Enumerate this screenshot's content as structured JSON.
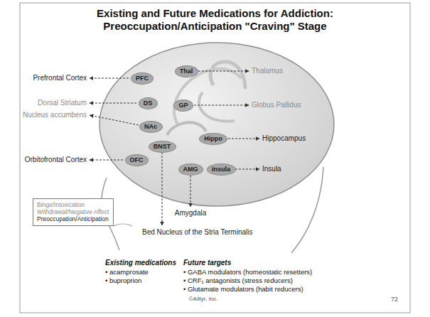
{
  "diagram": {
    "title": "Existing and Future Medications for Addiction: Preoccupation/Anticipation \"Craving\" Stage",
    "nodes": [
      {
        "text": [
          "PFC"
        ]
      },
      {
        "text": [
          "Thal"
        ]
      },
      {
        "text": [
          "DS"
        ]
      },
      {
        "text": [
          "GP"
        ]
      },
      {
        "text": [
          "NAc"
        ]
      },
      {
        "text": [
          "Hippo"
        ]
      },
      {
        "text": [
          "BNST"
        ]
      },
      {
        "text": [
          "OFC"
        ]
      },
      {
        "text": [
          "AMG"
        ]
      },
      {
        "text": [
          "Insula"
        ]
      },
      {
        "text": [
          "Binge/Intoxication",
          "Withdrawal/Negative Affect",
          "Preoccupation/Anticipation"
        ]
      }
    ],
    "labels": [
      "Prefrontal Cortex",
      "Thalamus",
      "Dorsal Striatum",
      "Globus Pallidus",
      "Nucleus accumbens",
      "Hippocampus",
      "Orbitofrontal Cortex",
      "Insula",
      "Amygdala",
      "Bed Nucleus of the Stria Terminalis",
      "Existing medications",
      "• acamprosate",
      "• buproprion",
      "Future targets",
      "• GABA modulators (homeostatic resetters)",
      "• CRF₁ antagonists (stress reducers)",
      "• Glutamate modulators (habit reducers)",
      "©Alltyr, Inc.",
      "72"
    ]
  }
}
